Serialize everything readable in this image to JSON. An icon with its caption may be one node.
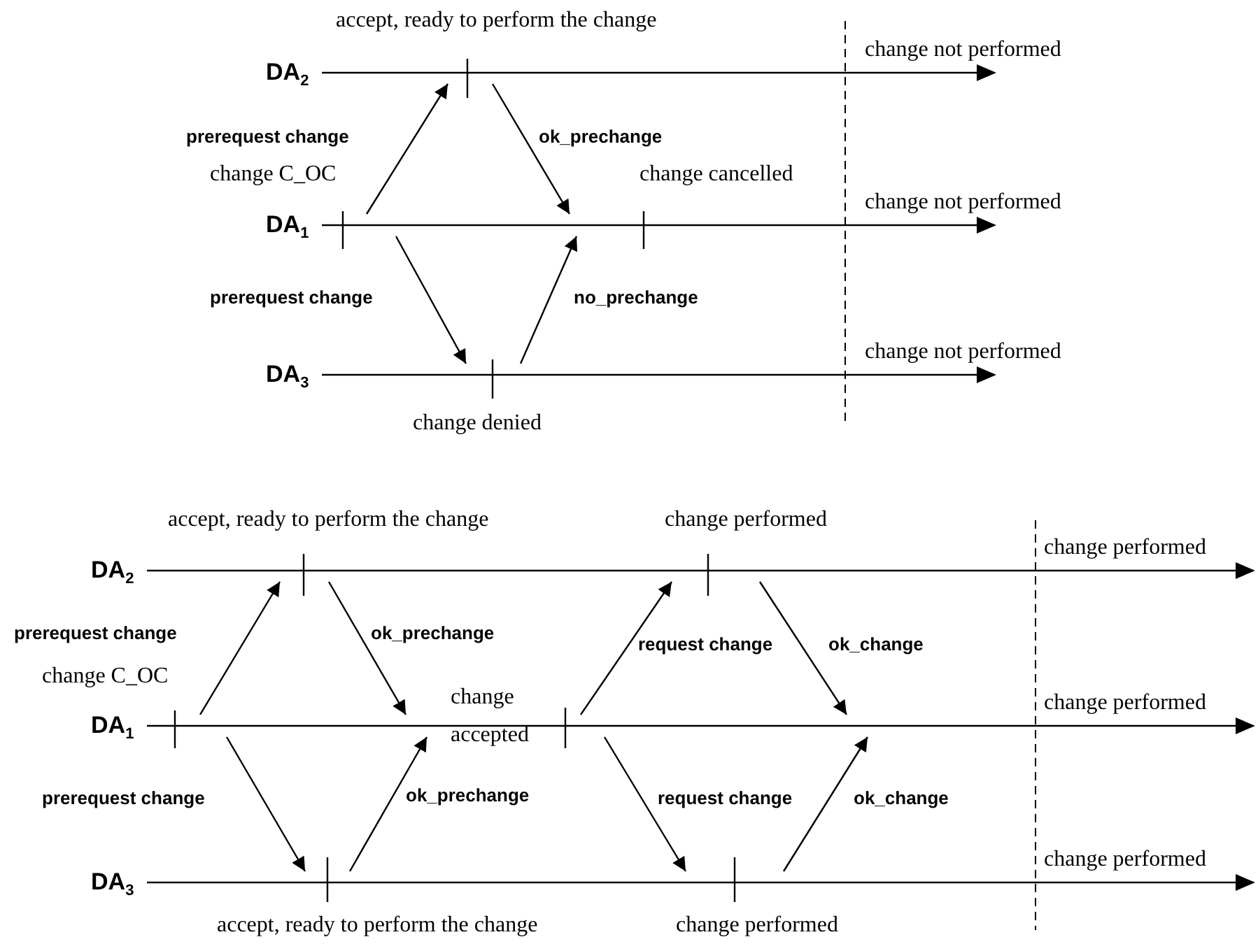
{
  "diagram": {
    "nodes": [
      {
        "text": [
          "DA$_{2}$"
        ],
        "beside": [
          "change not performed"
        ]
      },
      {
        "text": [
          "DA$_{1}$"
        ],
        "beside": [
          "change not performed"
        ]
      },
      {
        "text": [
          "DA$_{3}$"
        ],
        "beside": [
          "change not performed"
        ]
      },
      {
        "text": [
          "DA$_{2}$"
        ],
        "beside": [
          "change performed"
        ]
      },
      {
        "text": [
          "DA$_{1}$"
        ],
        "beside": [
          "change performed"
        ]
      },
      {
        "text": [
          "DA$_{3}$"
        ],
        "beside": [
          "change performed"
        ]
      }
    ],
    "edges": [
      {
        "from": 1,
        "to": 0,
        "arrow": "to",
        "label": "prerequest change"
      },
      {
        "from": 0,
        "to": 1,
        "arrow": "to",
        "label": "ok_prechange"
      },
      {
        "from": 1,
        "to": 2,
        "arrow": "to",
        "label": "prerequest change"
      },
      {
        "from": 2,
        "to": 1,
        "arrow": "to",
        "label": "no_prechange"
      },
      {
        "from": 4,
        "to": 3,
        "arrow": "to",
        "label": "prerequest change"
      },
      {
        "from": 3,
        "to": 4,
        "arrow": "to",
        "label": "ok_prechange"
      },
      {
        "from": 4,
        "to": 5,
        "arrow": "to",
        "label": "prerequest change"
      },
      {
        "from": 5,
        "to": 4,
        "arrow": "to",
        "label": "ok_prechange"
      },
      {
        "from": 4,
        "to": 3,
        "arrow": "to",
        "label": "request change"
      },
      {
        "from": 3,
        "to": 4,
        "arrow": "to",
        "label": "ok_change"
      },
      {
        "from": 4,
        "to": 5,
        "arrow": "to",
        "label": "request change"
      },
      {
        "from": 5,
        "to": 4,
        "arrow": "to",
        "label": "ok_change"
      }
    ],
    "labels": [
      "accept, ready to perform the change",
      "change C_OC",
      "change cancelled",
      "change denied",
      "accept, ready to perform the change",
      "change performed",
      "change C_OC",
      "change accepted",
      "accept, ready to perform the change",
      "change performed"
    ]
  }
}
